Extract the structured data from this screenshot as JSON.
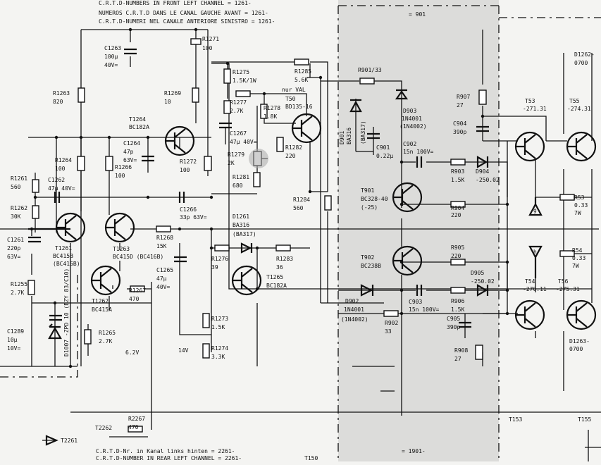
{
  "header": {
    "line1": "C.R.T.D-NUMBERS IN FRONT LEFT CHANNEL = 1261-",
    "line2": "NUMEROS C.R.T.D DANS LE CANAL GAUCHE AVANT = 1261-",
    "line3": "C.R.T.D-NUMERI NEL CANALE ANTERIORE SINISTRO = 1261-"
  },
  "footer": {
    "line1": "C.R.T.D-Nr. in Kanal links hinten = 2261-",
    "line2": "C.R.T.D-NUMBER IN REAR LEFT CHANNEL = 2261-"
  },
  "blocks": {
    "top": "= 901",
    "bottom": "= 1901-",
    "t150": "T150",
    "t153": "T153",
    "t155": "T155"
  },
  "labels": {
    "r1271": [
      "R1271",
      "100"
    ],
    "c1263": [
      "C1263",
      "100µ",
      "40V="
    ],
    "r1263": [
      "R1263",
      "820"
    ],
    "r1269": [
      "R1269",
      "10"
    ],
    "t1264": [
      "T1264",
      "BC182A"
    ],
    "c1264": [
      "C1264",
      "47p",
      "63V="
    ],
    "r1264": [
      "R1264",
      "100"
    ],
    "r1266": [
      "R1266",
      "100"
    ],
    "r1272": [
      "R1272",
      "100"
    ],
    "r1261": [
      "R1261",
      "560"
    ],
    "c1262": [
      "C1262",
      "47µ 40V="
    ],
    "c1266": [
      "C1266",
      "33p 63V="
    ],
    "r1262": [
      "R1262",
      "30K"
    ],
    "c1261": [
      "C1261",
      "220p",
      "63V="
    ],
    "t1261": [
      "T1261",
      "BC415B",
      "(BC416B)"
    ],
    "t1263": [
      "T1263",
      "BC415D (BC416B)"
    ],
    "r1268": [
      "R1268",
      "15K"
    ],
    "c1265": [
      "C1265",
      "47µ",
      "40V="
    ],
    "r1255": [
      "R1255",
      "2.7K"
    ],
    "r1267": [
      "R1267",
      "470"
    ],
    "t1262": [
      "T1262",
      "BC415A"
    ],
    "c1289": [
      "C1289",
      "10µ",
      "10V="
    ],
    "d1007": "D1007 -ZPD 10 (BZY 83/C10)",
    "r1265": [
      "R1265",
      "2.7K"
    ],
    "volt1": "6.2V",
    "volt2": "14V",
    "r1275": [
      "R1275",
      "1.5K/1W"
    ],
    "r1277": [
      "R1277",
      "2.7K"
    ],
    "r1278": [
      "R1278",
      "1.8K"
    ],
    "t50": [
      "T50",
      "BD135-16"
    ],
    "nur_val": "nur VAL",
    "c1267": [
      "C1267",
      "47µ 40V="
    ],
    "r1279": [
      "R1279",
      "2K"
    ],
    "r1282": [
      "R1282",
      "220"
    ],
    "r1281": [
      "R1281",
      "680"
    ],
    "d1261": [
      "D1261",
      "BA316",
      "(BA317)"
    ],
    "r1276": [
      "R1276",
      "39"
    ],
    "r1283": [
      "R1283",
      "36"
    ],
    "t1265": [
      "T1265",
      "BC182A"
    ],
    "r1273": [
      "R1273",
      "1.5K"
    ],
    "r1274": [
      "R1274",
      "3.3K"
    ],
    "r1285": [
      "R1285",
      "5.6K"
    ],
    "r901": "R901/33",
    "d901": [
      "D901",
      "BA316",
      "(BA317)"
    ],
    "c901": [
      "C901",
      "0.22µ"
    ],
    "d903": [
      "D903",
      "1N4001",
      "(1N4002)"
    ],
    "c902": [
      "C902",
      "15n 100V="
    ],
    "r907": [
      "R907",
      "27"
    ],
    "c904": [
      "C904",
      "390p"
    ],
    "r903": [
      "R903",
      "1.5K"
    ],
    "d904": [
      "D904",
      "-250.02"
    ],
    "r1284": [
      "R1284",
      "560"
    ],
    "t901": [
      "T901",
      "BC328-40",
      "(-25)"
    ],
    "r904": [
      "R904",
      "220"
    ],
    "t902": [
      "T902",
      "BC238B"
    ],
    "r905": [
      "R905",
      "220"
    ],
    "d905": [
      "D905",
      "-250.02"
    ],
    "r906": [
      "R906",
      "1.5K"
    ],
    "d902": [
      "D902",
      "1N4001",
      "(1N4002)"
    ],
    "c903": [
      "C903",
      "15n 100V="
    ],
    "r902": [
      "R902",
      "33"
    ],
    "c905": [
      "C905",
      "390p"
    ],
    "r908": [
      "R908",
      "27"
    ],
    "t53": [
      "T53",
      "-271.31"
    ],
    "t55": [
      "T55",
      "-274.31"
    ],
    "d1262": [
      "D1262-",
      "0700"
    ],
    "r53": [
      "R53",
      "0.33",
      "7W"
    ],
    "r54": [
      "R54",
      "0.33",
      "7W"
    ],
    "t54": [
      "T54",
      "-270.11"
    ],
    "t56": [
      "T56",
      "-275.31"
    ],
    "d1263": [
      "D1263-",
      "0700"
    ],
    "g": "g",
    "h": "h",
    "r2267": [
      "R2267",
      "470"
    ],
    "t2262": "T2262",
    "t2261": "T2261"
  }
}
